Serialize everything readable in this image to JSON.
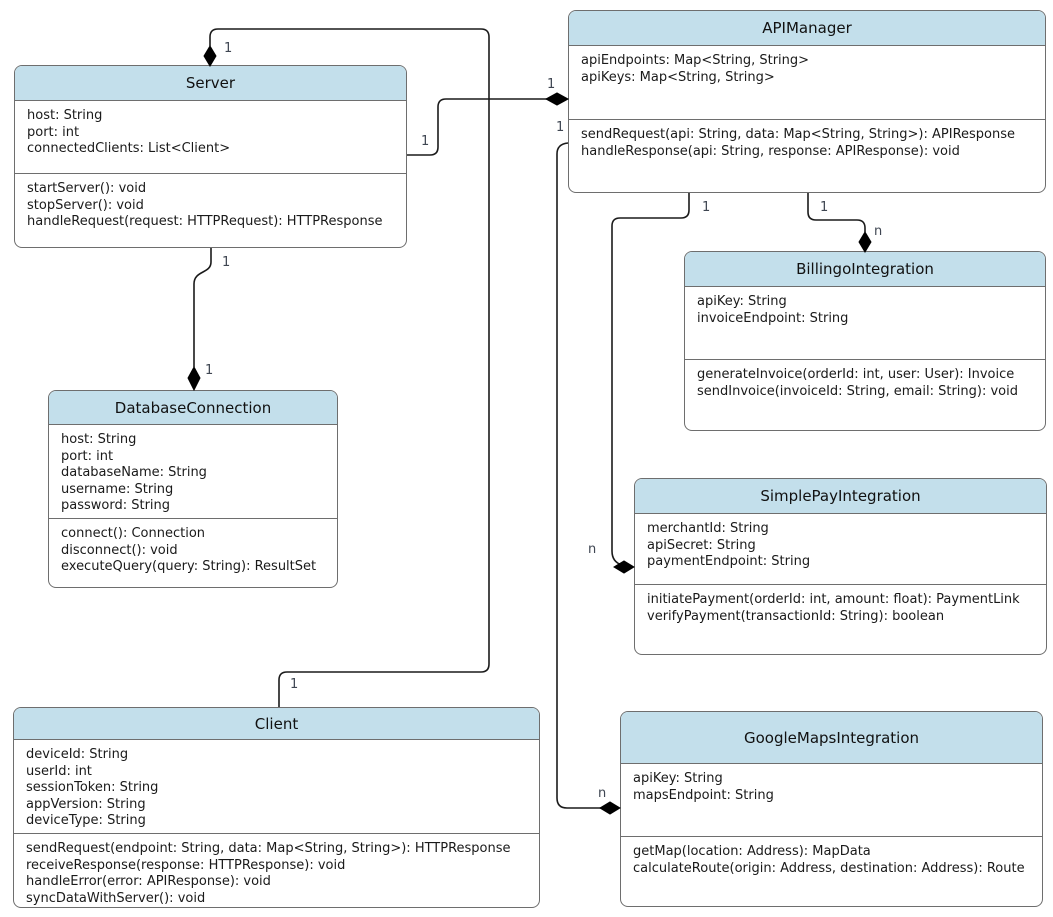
{
  "diagram": {
    "kind": "uml-class-diagram",
    "background_color": "#ffffff",
    "header_fill_color": "#c3dfeb",
    "box_border_color": "#6e6e6e",
    "edge_color": "#1a1a1a",
    "multiplicity_label_color": "#3f4652"
  },
  "classes": {
    "server": {
      "title": "Server",
      "attributes": [
        "host: String",
        "port: int",
        "connectedClients: List<Client>"
      ],
      "methods": [
        "startServer(): void",
        "stopServer(): void",
        "handleRequest(request: HTTPRequest): HTTPResponse"
      ]
    },
    "api_manager": {
      "title": "APIManager",
      "attributes": [
        "apiEndpoints: Map<String, String>",
        "apiKeys: Map<String, String>"
      ],
      "methods": [
        "sendRequest(api: String, data: Map<String, String>): APIResponse",
        "handleResponse(api: String, response: APIResponse): void"
      ]
    },
    "billingo": {
      "title": "BillingoIntegration",
      "attributes": [
        "apiKey: String",
        "invoiceEndpoint: String"
      ],
      "methods": [
        "generateInvoice(orderId: int, user: User): Invoice",
        "sendInvoice(invoiceId: String, email: String): void"
      ]
    },
    "database_connection": {
      "title": "DatabaseConnection",
      "attributes": [
        "host: String",
        "port: int",
        "databaseName: String",
        "username: String",
        "password: String"
      ],
      "methods": [
        "connect(): Connection",
        "disconnect(): void",
        "executeQuery(query: String): ResultSet"
      ]
    },
    "simplepay": {
      "title": "SimplePayIntegration",
      "attributes": [
        "merchantId: String",
        "apiSecret: String",
        "paymentEndpoint: String"
      ],
      "methods": [
        "initiatePayment(orderId: int, amount: float): PaymentLink",
        "verifyPayment(transactionId: String): boolean"
      ]
    },
    "client": {
      "title": "Client",
      "attributes": [
        "deviceId: String",
        "userId: int",
        "sessionToken: String",
        "appVersion: String",
        "deviceType: String"
      ],
      "methods": [
        "sendRequest(endpoint: String, data: Map<String, String>): HTTPResponse",
        "receiveResponse(response: HTTPResponse): void",
        "handleError(error: APIResponse): void",
        "syncDataWithServer(): void"
      ]
    },
    "google_maps": {
      "title": "GoogleMapsIntegration",
      "attributes": [
        "apiKey: String",
        "mapsEndpoint: String"
      ],
      "methods": [
        "getMap(location: Address): MapData",
        "calculateRoute(origin: Address, destination: Address): Route"
      ]
    }
  },
  "relationships": [
    {
      "id": "client-server",
      "from": "Client",
      "to": "Server",
      "type": "composition",
      "diamond_end": "Server",
      "from_label": "1",
      "to_label": "1"
    },
    {
      "id": "server-apimanager",
      "from": "Server",
      "to": "APIManager",
      "type": "composition",
      "diamond_end": "APIManager",
      "from_label": "1",
      "to_label": "1"
    },
    {
      "id": "apimanager-billingo",
      "from": "APIManager",
      "to": "BillingoIntegration",
      "type": "composition",
      "diamond_end": "BillingoIntegration",
      "from_label": "1",
      "to_label": "n"
    },
    {
      "id": "apimanager-simplepay",
      "from": "APIManager",
      "to": "SimplePayIntegration",
      "type": "composition",
      "diamond_end": "SimplePayIntegration",
      "from_label": "1",
      "to_label": "n"
    },
    {
      "id": "apimanager-googlemaps",
      "from": "APIManager",
      "to": "GoogleMapsIntegration",
      "type": "composition",
      "diamond_end": "GoogleMapsIntegration",
      "from_label": "1",
      "to_label": "n"
    },
    {
      "id": "server-databaseconnection",
      "from": "Server",
      "to": "DatabaseConnection",
      "type": "composition",
      "diamond_end": "DatabaseConnection",
      "from_label": "1",
      "to_label": "1"
    }
  ]
}
